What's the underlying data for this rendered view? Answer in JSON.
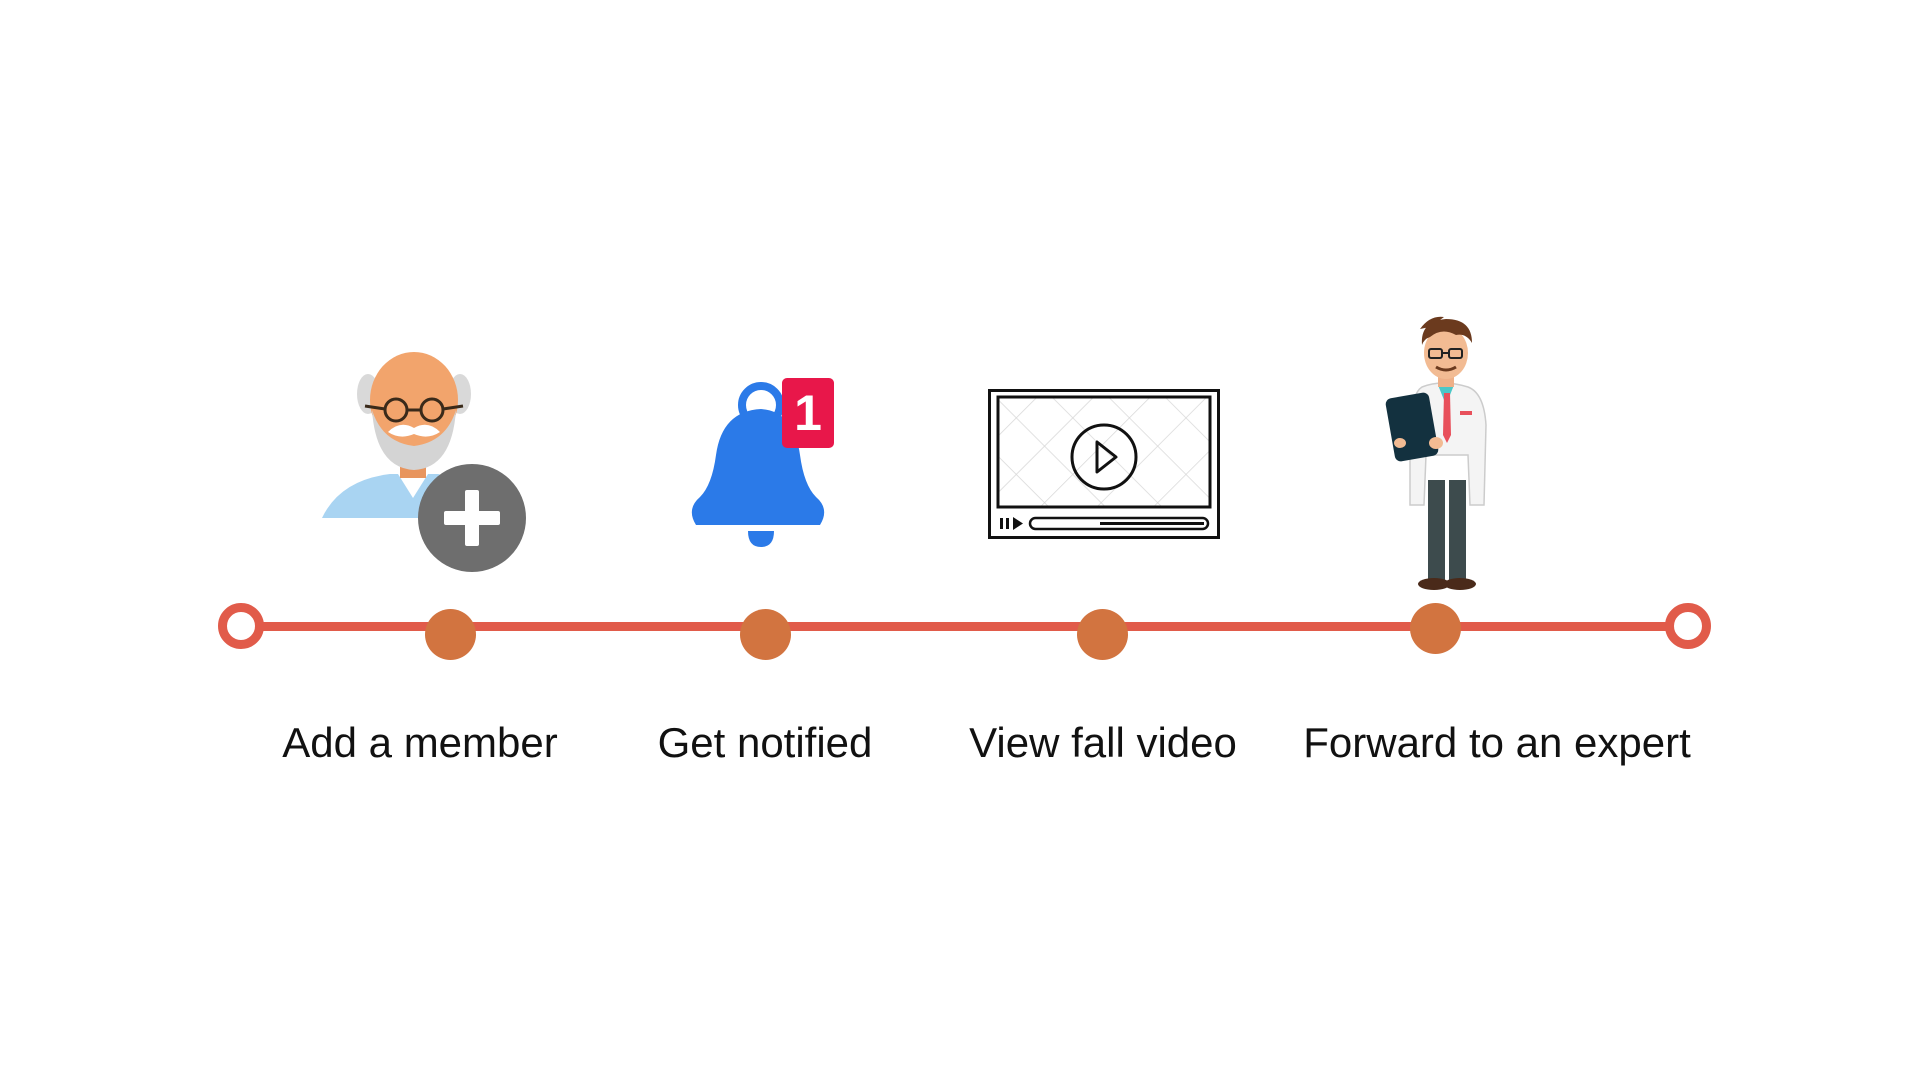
{
  "colors": {
    "line": "#e15b4a",
    "node": "#d27440",
    "end_ring": "#e15b4a",
    "label_text": "#111111",
    "bell": "#2b7ae8",
    "badge": "#e8174a",
    "plus_circle": "#6e6e6e"
  },
  "steps": [
    {
      "label": "Add a member",
      "icon": "elderly-person-add-icon"
    },
    {
      "label": "Get notified",
      "icon": "notification-bell-icon",
      "badge_count": "1"
    },
    {
      "label": "View fall video",
      "icon": "video-player-icon"
    },
    {
      "label": "Forward to an expert",
      "icon": "doctor-icon"
    }
  ]
}
